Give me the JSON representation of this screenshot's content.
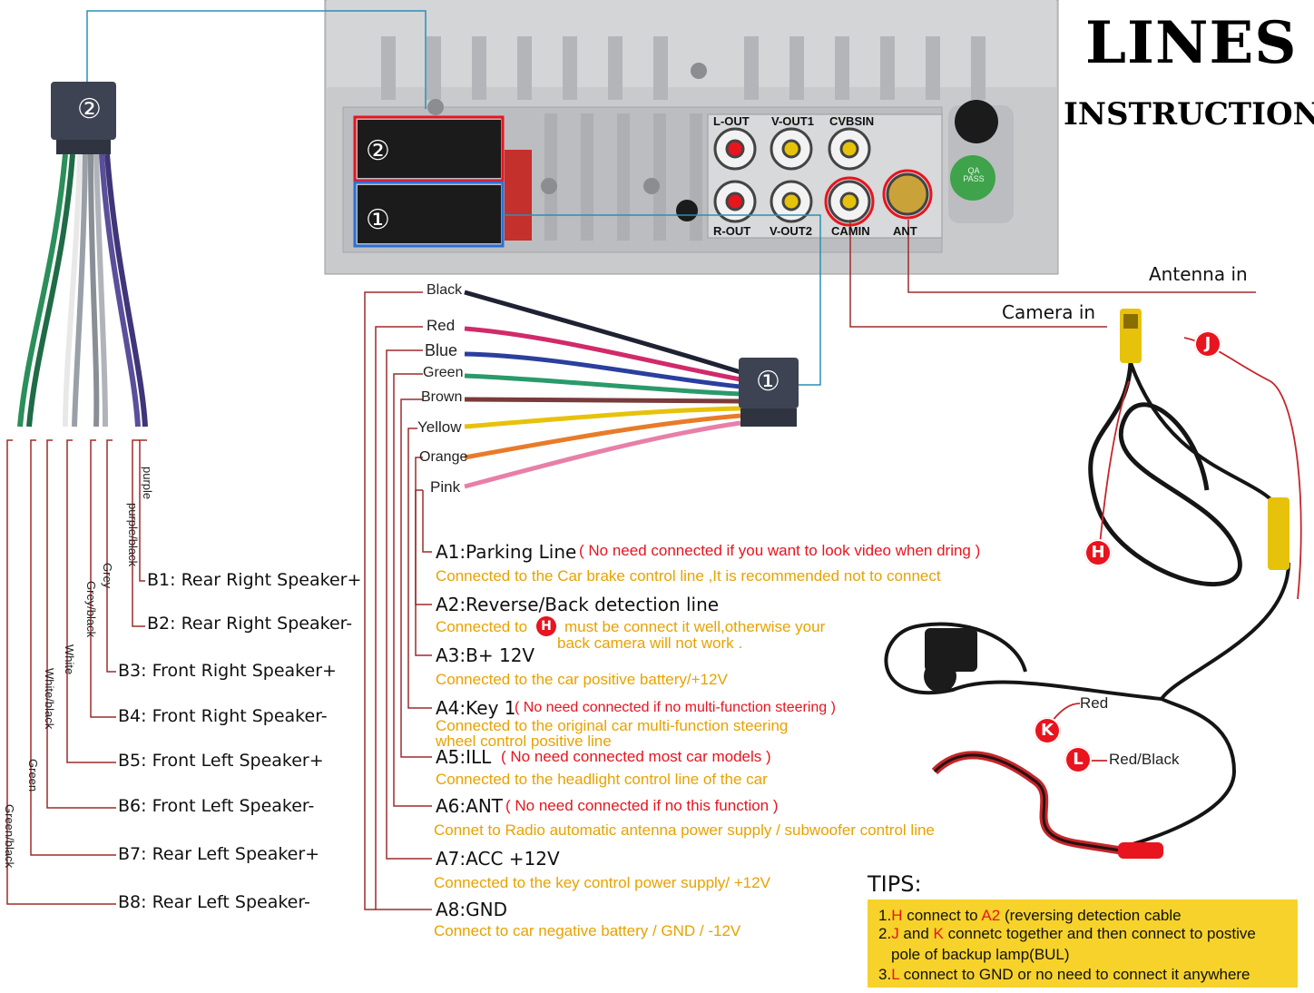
{
  "title": {
    "line1": "LINES",
    "line2": "INSTRUCTION"
  },
  "connectors": {
    "c1": "①",
    "c2": "②"
  },
  "ports": [
    "L-OUT",
    "V-OUT1",
    "CVBSIN",
    "R-OUT",
    "V-OUT2",
    "CAMIN",
    "ANT"
  ],
  "qa_sticker": "QA PASS",
  "inputs": {
    "antenna": "Antenna in",
    "camera": "Camera in"
  },
  "harness_b_wires": [
    "purple",
    "purple/black",
    "Grey",
    "Grey/black",
    "White",
    "White/black",
    "Green",
    "Green/black"
  ],
  "b_items": [
    "B1: Rear Right Speaker+",
    "B2: Rear Right Speaker-",
    "B3: Front Right Speaker+",
    "B4: Front Right Speaker-",
    "B5: Front Left Speaker+",
    "B6: Front Left  Speaker-",
    "B7: Rear Left Speaker+",
    "B8: Rear Left Speaker-"
  ],
  "harness_a_wires": [
    "Black",
    "Red",
    "Blue",
    "Green",
    "Brown",
    "Yellow",
    "Orange",
    "Pink"
  ],
  "a_items": {
    "a1": {
      "title": "A1:Parking Line",
      "note": "( No need connected if you want to look video when dring )",
      "desc": "Connected to the Car brake control line ,It is recommended not to connect"
    },
    "a2": {
      "title": "A2:Reverse/Back detection line",
      "desc_a": "Connected to",
      "badge": "H",
      "desc_b": "must be connect it well,otherwise your",
      "desc_c": "back camera will not work ."
    },
    "a3": {
      "title": "A3:B+ 12V",
      "desc": "Connected to the car positive battery/+12V"
    },
    "a4": {
      "title": "A4:Key 1",
      "note": "( No need connected if no multi-function steering )",
      "desc_a": "Connected to the original car multi-function steering",
      "desc_b": "wheel control positive line"
    },
    "a5": {
      "title": "A5:ILL",
      "note": "( No need connected most car models )",
      "desc": "Connected to the headlight control line of the car"
    },
    "a6": {
      "title": "A6:ANT",
      "note": "( No need connected if no this function )",
      "desc": "Connet to Radio automatic antenna power supply / subwoofer control line"
    },
    "a7": {
      "title": "A7:ACC +12V",
      "desc": "Connected to the key control power supply/ +12V"
    },
    "a8": {
      "title": "A8:GND",
      "desc": "Connect to car negative battery  / GND / -12V"
    }
  },
  "camera_badges": {
    "j": "J",
    "h": "H",
    "k": "K",
    "l": "L"
  },
  "camera_wires": {
    "red": "Red",
    "red_black": "Red/Black"
  },
  "tips": {
    "label": "TIPS:",
    "t1": {
      "a": "1.",
      "b": "H",
      "c": " connect to ",
      "d": "A2",
      "e": " (reversing detection cable"
    },
    "t2": {
      "a": "2.",
      "b": "J",
      "c": " and ",
      "d": "K",
      "e": " connetc together and then connect to postive"
    },
    "t2b": "pole of backup lamp(BUL)",
    "t3": {
      "a": "3.",
      "b": "L",
      "c": " connect to GND  or no need to connect it anywhere"
    }
  }
}
